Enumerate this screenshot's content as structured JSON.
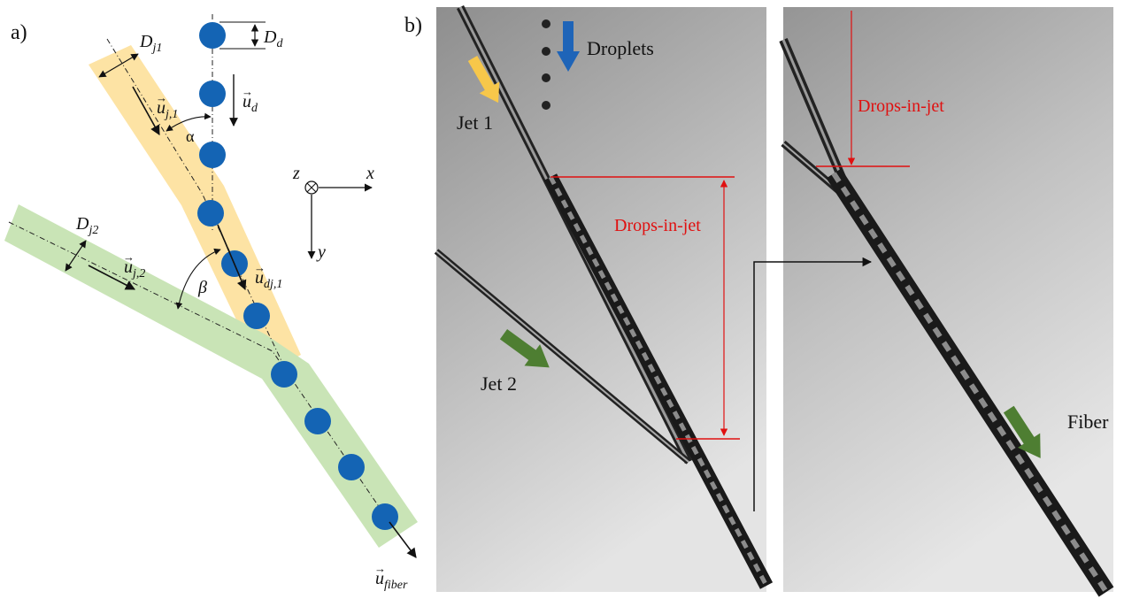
{
  "panel_a": {
    "label": "a)",
    "dj1": "D",
    "dj1_sub": "j1",
    "dd": "D",
    "dd_sub": "d",
    "ud": "u",
    "ud_sub": "d",
    "uj1": "u",
    "uj1_sub": "j,1",
    "alpha": "α",
    "dj2": "D",
    "dj2_sub": "j2",
    "uj2": "u",
    "uj2_sub": "j,2",
    "beta": "β",
    "udj1": "u",
    "udj1_sub": "dj,1",
    "ufiber": "u",
    "ufiber_sub": "fiber",
    "axis_z": "z",
    "axis_x": "x",
    "axis_y": "y",
    "colors": {
      "jet1": "#fde3a4",
      "jet2": "#c9e4b6",
      "droplet": "#1464b4"
    }
  },
  "panel_b": {
    "label": "b)",
    "droplets": "Droplets",
    "jet1": "Jet 1",
    "jet2": "Jet 2",
    "drops_in_jet_left": "Drops-in-jet",
    "drops_in_jet_right": "Drops-in-jet",
    "fiber": "Fiber",
    "colors": {
      "jet1_arrow": "#f7c74a",
      "droplets_arrow": "#1e64b8",
      "jet2_arrow": "#4e7e32",
      "annotation": "#e01010"
    }
  }
}
